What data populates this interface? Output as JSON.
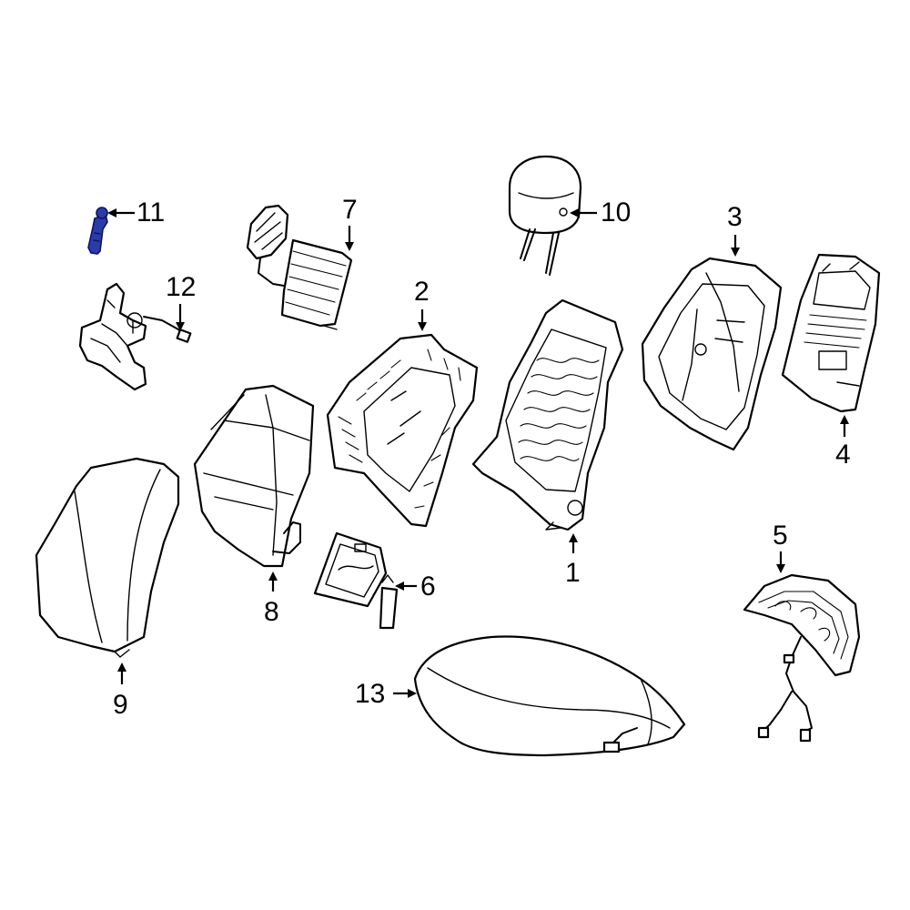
{
  "colors": {
    "line": "#000000",
    "background": "#ffffff",
    "highlight": "#2b3ca8"
  },
  "callouts": [
    {
      "id": "1",
      "label": "1"
    },
    {
      "id": "2",
      "label": "2"
    },
    {
      "id": "3",
      "label": "3"
    },
    {
      "id": "4",
      "label": "4"
    },
    {
      "id": "5",
      "label": "5"
    },
    {
      "id": "6",
      "label": "6"
    },
    {
      "id": "7",
      "label": "7"
    },
    {
      "id": "8",
      "label": "8"
    },
    {
      "id": "9",
      "label": "9"
    },
    {
      "id": "10",
      "label": "10"
    },
    {
      "id": "11",
      "label": "11",
      "highlighted": true
    },
    {
      "id": "12",
      "label": "12"
    },
    {
      "id": "13",
      "label": "13"
    }
  ]
}
